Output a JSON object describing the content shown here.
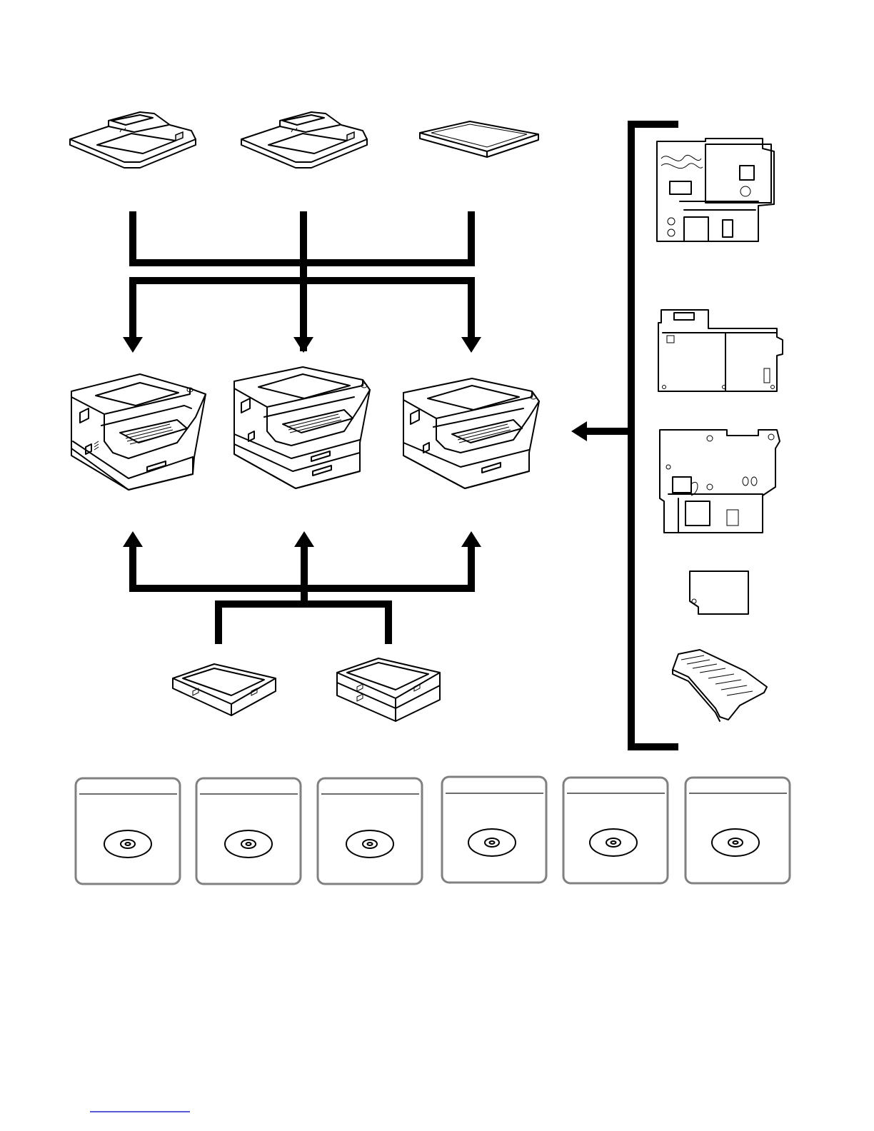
{
  "diagram": {
    "top_options": [
      "document-feeder-1",
      "document-feeder-2",
      "original-cover"
    ],
    "machines": [
      "copier-single-tray",
      "copier-two-tray-1",
      "copier-two-tray-2"
    ],
    "bottom_options": [
      "paper-feed-unit-single",
      "paper-feed-unit-dual"
    ],
    "side_options": [
      "controller-board-1",
      "controller-board-2",
      "controller-board-3",
      "memory-card",
      "output-tray"
    ],
    "cd_packages_count": 6
  },
  "icons": {
    "arrow": "arrow-icon",
    "cd": "cd-rom-icon"
  },
  "colors": {
    "line": "#000000",
    "card_border": "#808080",
    "footer_link": "#5b5bd6"
  }
}
